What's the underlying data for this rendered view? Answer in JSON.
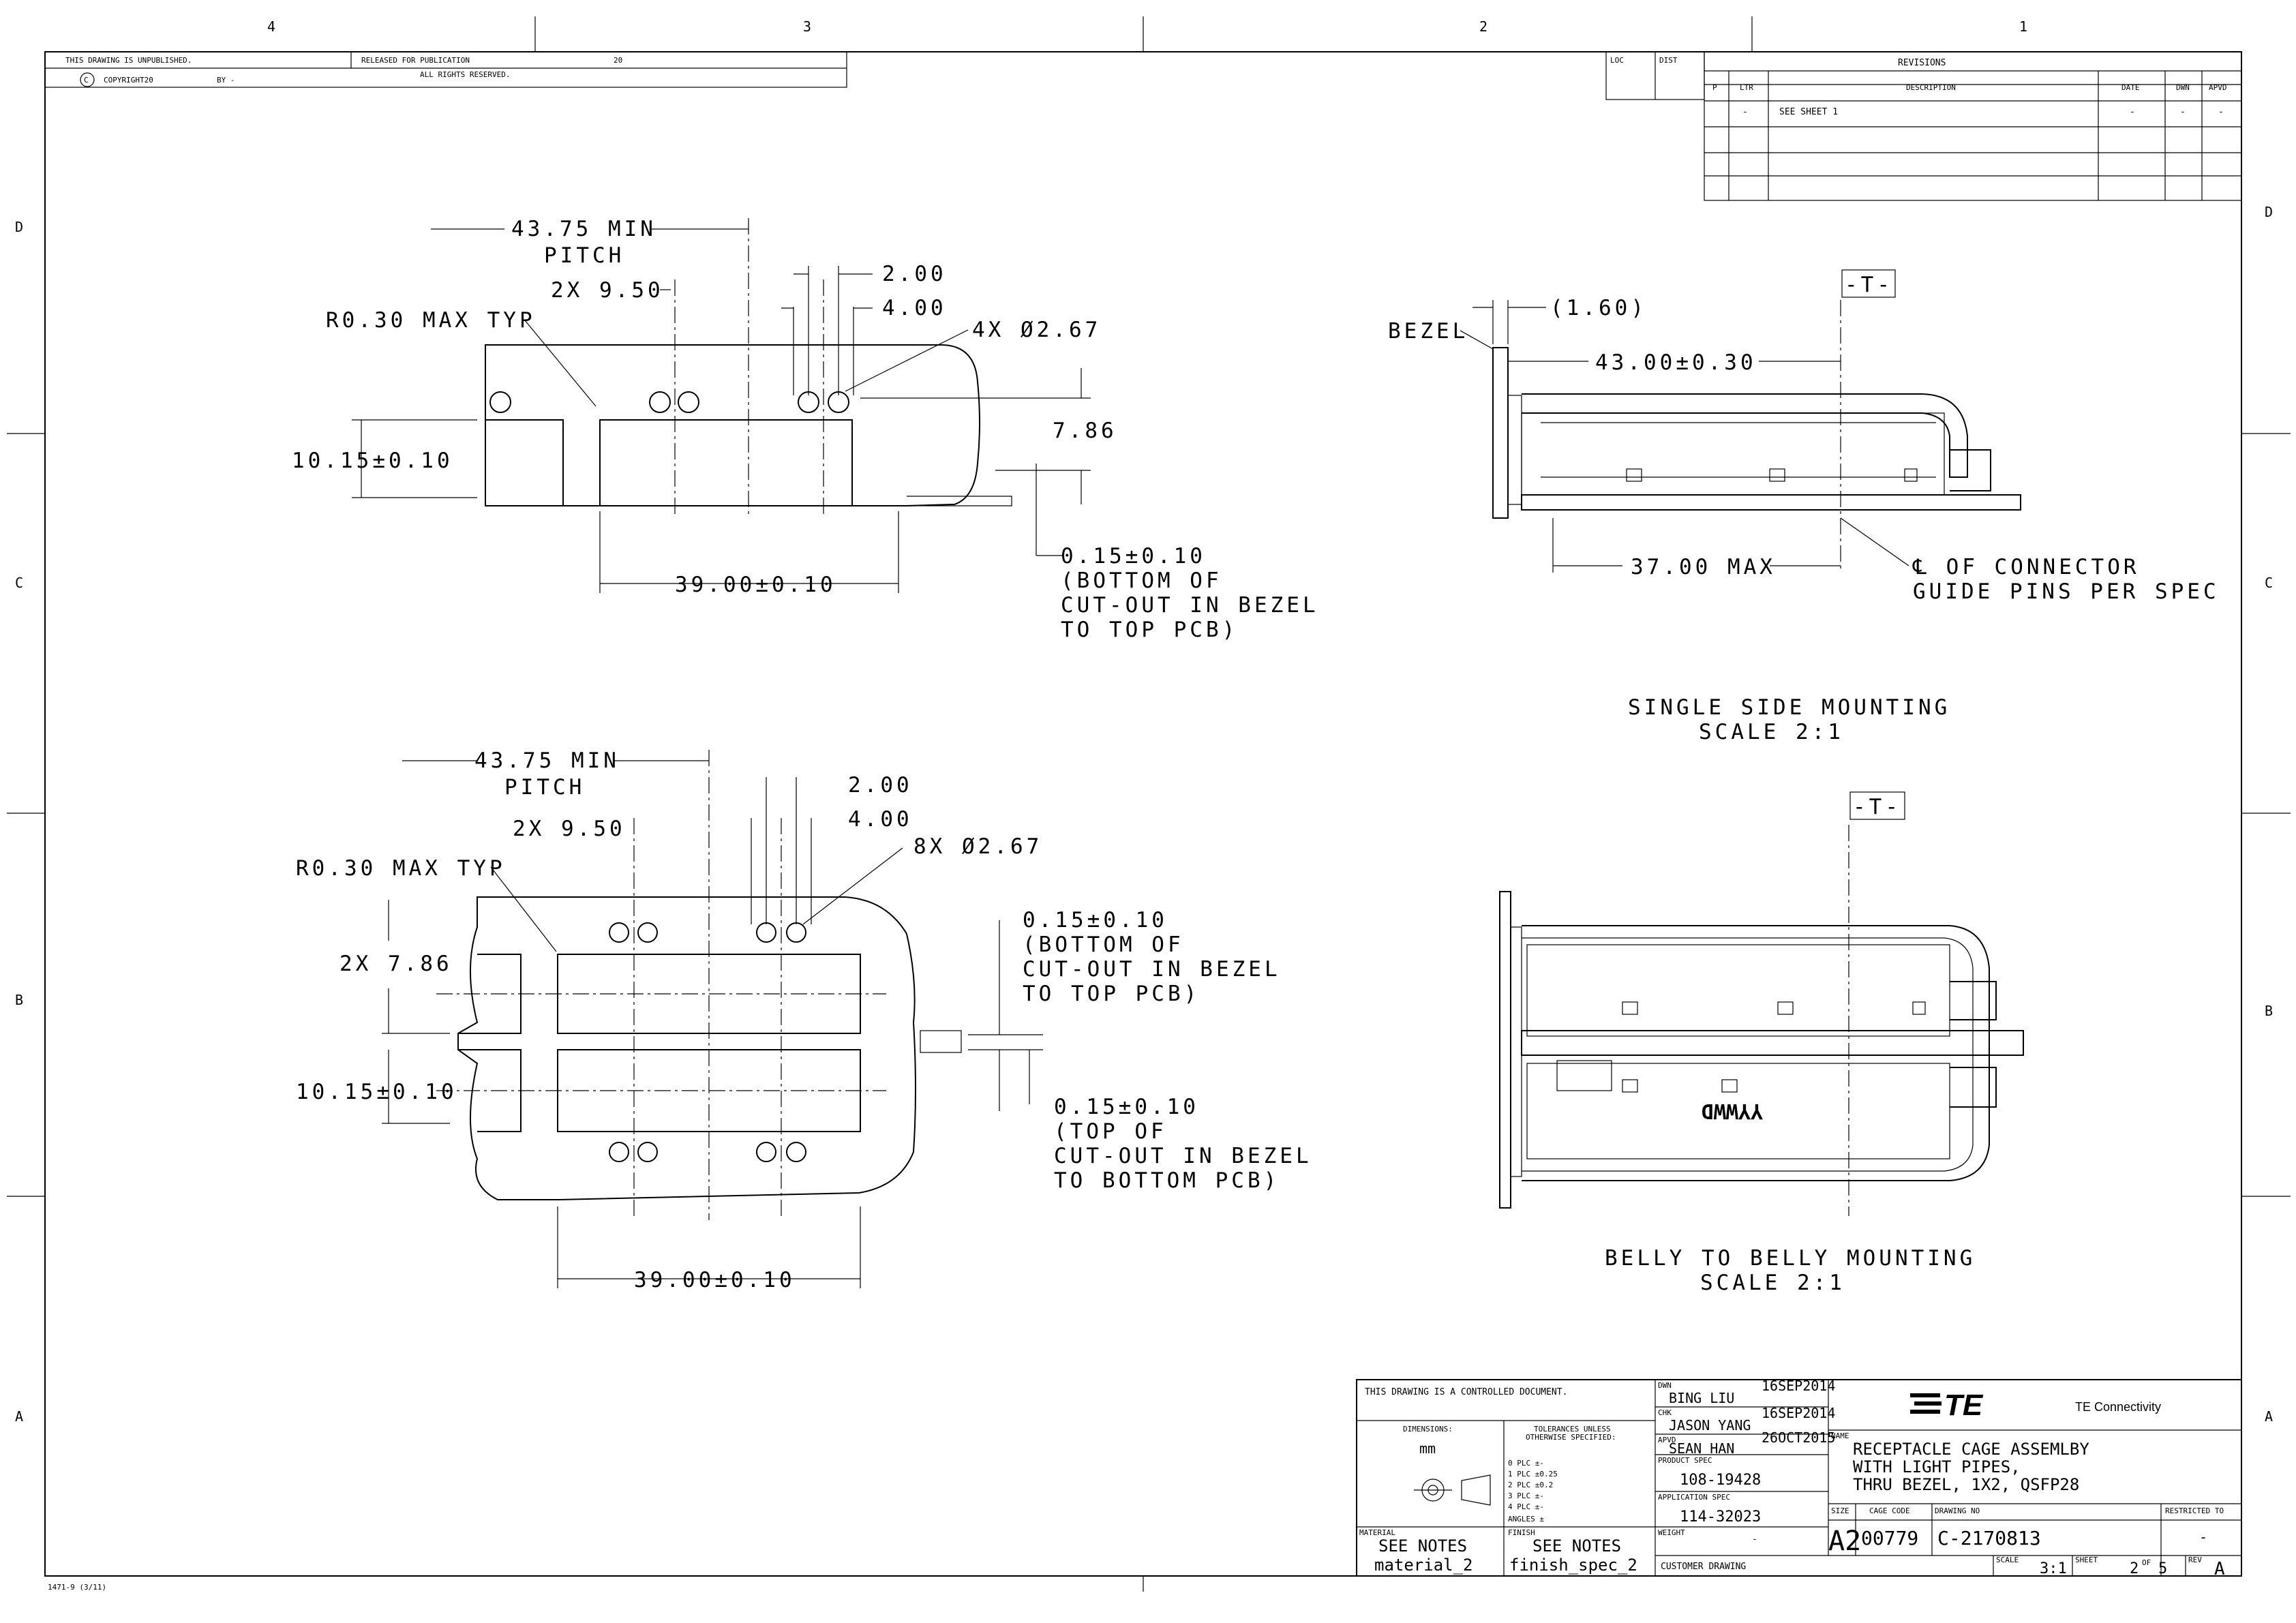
{
  "zones": {
    "top": [
      "4",
      "3",
      "2",
      "1"
    ],
    "left": [
      "D",
      "C",
      "B",
      "A"
    ],
    "right": [
      "D",
      "C",
      "B",
      "A"
    ]
  },
  "header": {
    "unpublished": "THIS DRAWING IS UNPUBLISHED.",
    "released": "RELEASED FOR PUBLICATION",
    "year": "20",
    "copyright": "COPYRIGHT20",
    "by": "BY -",
    "rights": "ALL RIGHTS RESERVED."
  },
  "revisions": {
    "loc": "LOC",
    "dist": "DIST",
    "title": "REVISIONS",
    "cols": [
      "P",
      "LTR",
      "DESCRIPTION",
      "DATE",
      "DWN",
      "APVD"
    ],
    "row": [
      "-",
      "SEE SHEET 1",
      "-",
      "-",
      "-"
    ]
  },
  "view1": {
    "pitch": "43.75 MIN",
    "pitch2": "PITCH",
    "dim_950": "2X 9.50",
    "dim_200": "2.00",
    "dim_400": "4.00",
    "radius": "R0.30 MAX TYP",
    "holes": "4X Ø2.67",
    "dim_786": "7.86",
    "dim_1015": "10.15±0.10",
    "dim_3900": "39.00±0.10",
    "note1": "0.15±0.10",
    "note2": "(BOTTOM OF",
    "note3": "CUT-OUT IN BEZEL",
    "note4": "TO TOP PCB)"
  },
  "view2": {
    "pitch": "43.75 MIN",
    "pitch2": "PITCH",
    "dim_950": "2X 9.50",
    "dim_200": "2.00",
    "dim_400": "4.00",
    "radius": "R0.30 MAX TYP",
    "holes": "8X Ø2.67",
    "dim_786": "2X 7.86",
    "dim_1015": "10.15±0.10",
    "dim_3900": "39.00±0.10",
    "noteA1": "0.15±0.10",
    "noteA2": "(BOTTOM OF",
    "noteA3": "CUT-OUT IN BEZEL",
    "noteA4": "TO TOP PCB)",
    "noteB1": "0.15±0.10",
    "noteB2": "(TOP OF",
    "noteB3": "CUT-OUT IN BEZEL",
    "noteB4": "TO BOTTOM PCB)"
  },
  "side1": {
    "bezel": "BEZEL",
    "dim_160": "(1.60)",
    "datum": "-T-",
    "dim_4300": "43.00±0.30",
    "dim_3700": "37.00 MAX",
    "cl1": "℄ OF CONNECTOR",
    "cl2": "GUIDE PINS PER SPEC",
    "title": "SINGLE SIDE MOUNTING",
    "scale": "SCALE  2:1"
  },
  "side2": {
    "datum": "-T-",
    "mark": "YYWWD",
    "title": "BELLY TO BELLY MOUNTING",
    "scale": "SCALE  2:1"
  },
  "titleblock": {
    "controlled": "THIS DRAWING IS A CONTROLLED DOCUMENT.",
    "dimensions": "DIMENSIONS:",
    "units": "mm",
    "tol1": "TOLERANCES UNLESS",
    "tol2": "OTHERWISE SPECIFIED:",
    "plc": [
      "0 PLC   ±-",
      "1 PLC   ±0.25",
      "2 PLC   ±0.2",
      "3 PLC   ±-",
      "4 PLC   ±-",
      "ANGLES       ±"
    ],
    "material_label": "MATERIAL",
    "material1": "SEE NOTES",
    "material2": "material_2",
    "finish_label": "FINISH",
    "finish1": "SEE NOTES",
    "finish2": "finish_spec_2",
    "dwn_label": "DWN",
    "dwn_name": "BING LIU",
    "dwn_date": "16SEP2014",
    "chk_label": "CHK",
    "chk_name": "JASON YANG",
    "chk_date": "16SEP2014",
    "apvd_label": "APVD",
    "apvd_name": "SEAN HAN",
    "apvd_date": "26OCT2015",
    "pspec_label": "PRODUCT SPEC",
    "pspec": "108-19428",
    "aspec_label": "APPLICATION SPEC",
    "aspec": "114-32023",
    "weight_label": "WEIGHT",
    "weight": "-",
    "customer": "CUSTOMER DRAWING",
    "logo": "TE",
    "company": "TE Connectivity",
    "name_label": "NAME",
    "name1": "RECEPTACLE CAGE ASSEMLBY",
    "name2": "WITH  LIGHT PIPES,",
    "name3": "THRU BEZEL, 1X2, QSFP28",
    "size_label": "SIZE",
    "size": "A2",
    "cage_label": "CAGE CODE",
    "cage": "00779",
    "dwgno_label": "DRAWING NO",
    "dwgno": "C-2170813",
    "restricted_label": "RESTRICTED TO",
    "restricted": "-",
    "scale_label": "SCALE",
    "scale": "3:1",
    "sheet_label": "SHEET",
    "sheet": "2",
    "of": "OF",
    "sheets": "5",
    "rev_label": "REV",
    "rev": "A"
  },
  "form": "1471-9 (3/11)"
}
